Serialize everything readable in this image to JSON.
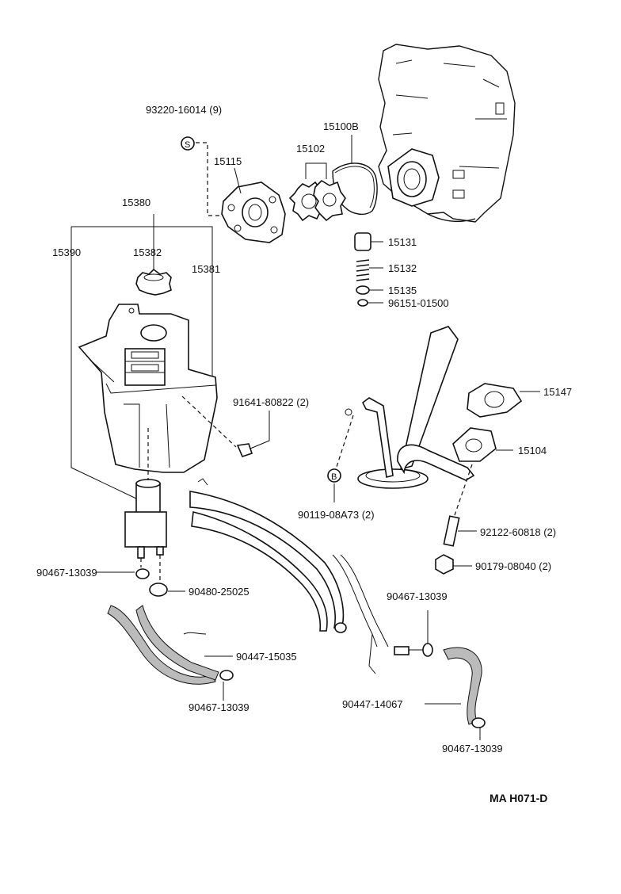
{
  "labels": {
    "p93220": "93220-16014 (9)",
    "p15100b": "15100B",
    "p15102": "15102",
    "p15115": "15115",
    "p15380": "15380",
    "p15390": "15390",
    "p15382": "15382",
    "p15381": "15381",
    "p15131": "15131",
    "p15132": "15132",
    "p15135": "15135",
    "p96151": "96151-01500",
    "p15147": "15147",
    "p91641": "91641-80822 (2)",
    "p15104": "15104",
    "p90119": "90119-08A73 (2)",
    "p92122": "92122-60818 (2)",
    "p90467a": "90467-13039",
    "p90480": "90480-25025",
    "p90179": "90179-08040 (2)",
    "p90467b": "90467-13039",
    "p90447a": "90447-15035",
    "p90467c": "90467-13039",
    "p90447b": "90447-14067",
    "p90467d": "90467-13039"
  },
  "symbols": {
    "s": "S",
    "b": "B"
  },
  "reference": "MA  H071-D"
}
